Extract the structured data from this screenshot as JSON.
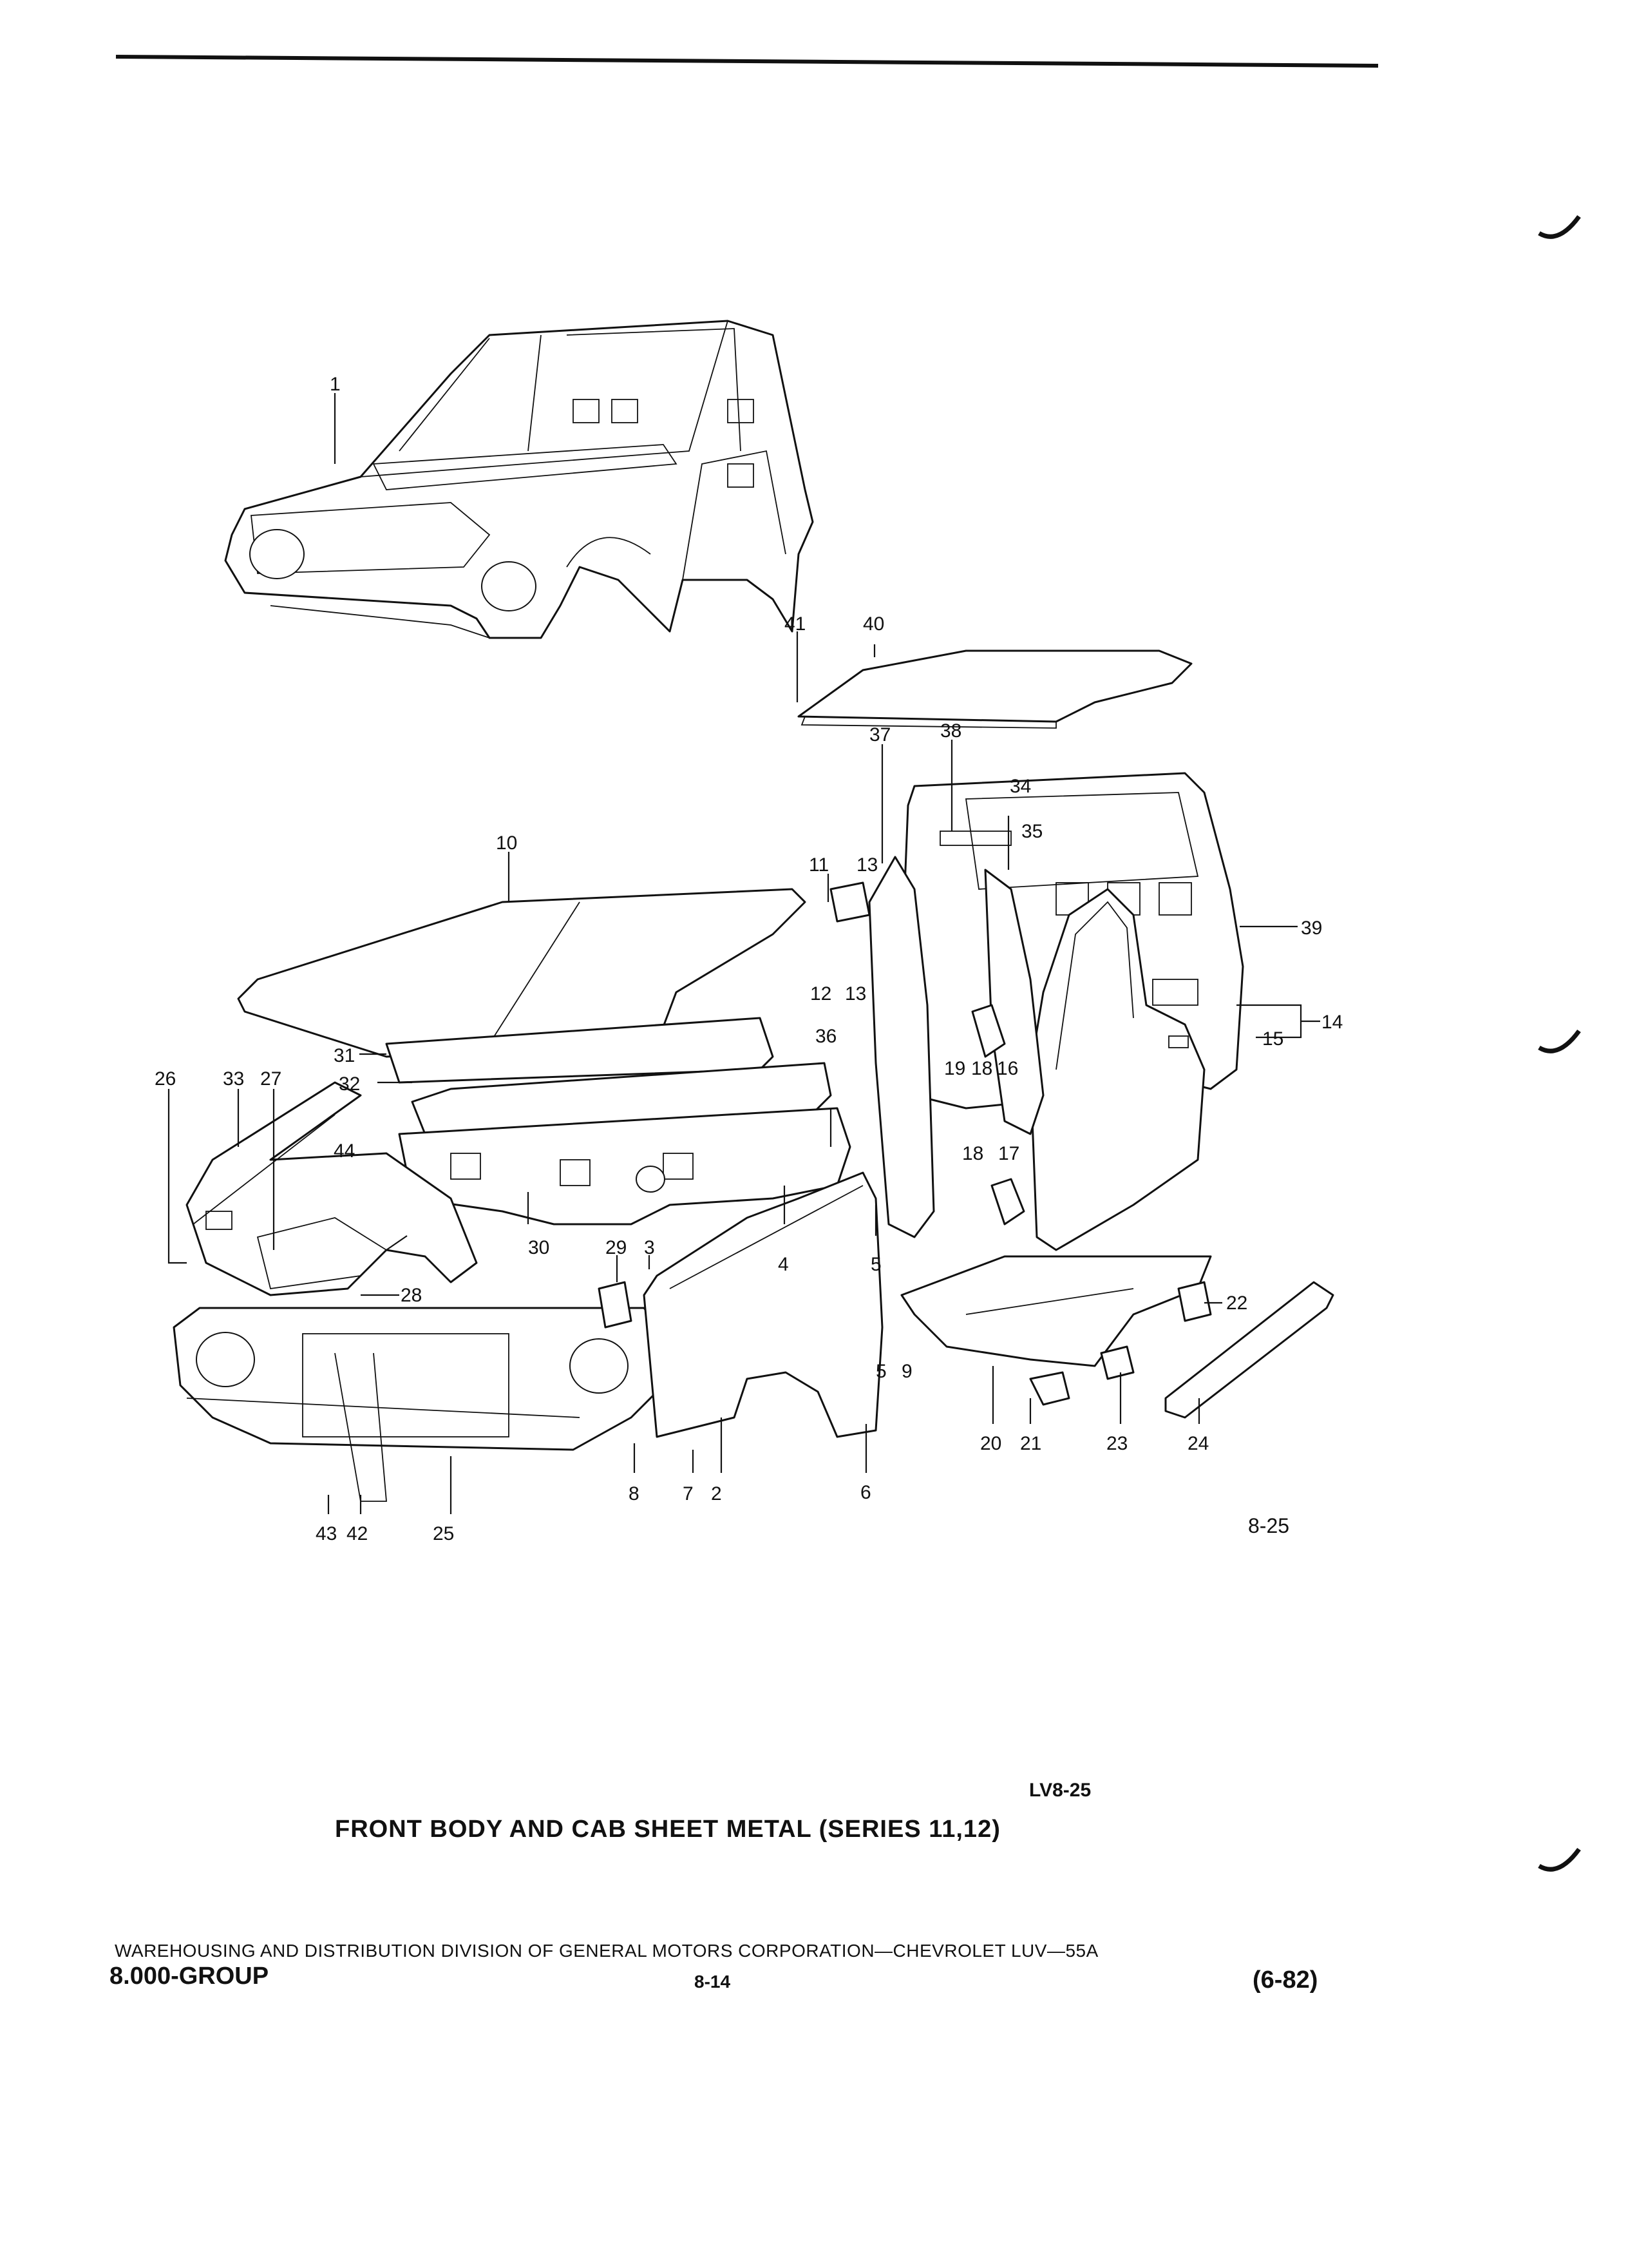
{
  "figure_code": "LV8-25",
  "figure_ref": "8-25",
  "title": "FRONT BODY AND CAB SHEET METAL (SERIES 11,12)",
  "footer": {
    "line": "WAREHOUSING AND DISTRIBUTION  DIVISION OF GENERAL MOTORS CORPORATION—CHEVROLET LUV—55A",
    "group": "8.000-GROUP",
    "page_number": "8-14",
    "date": "(6-82)"
  },
  "callouts": [
    {
      "id": "c1",
      "label": "1"
    },
    {
      "id": "c41",
      "label": "41"
    },
    {
      "id": "c40",
      "label": "40"
    },
    {
      "id": "c37",
      "label": "37"
    },
    {
      "id": "c38",
      "label": "38"
    },
    {
      "id": "c34",
      "label": "34"
    },
    {
      "id": "c35",
      "label": "35"
    },
    {
      "id": "c10",
      "label": "10"
    },
    {
      "id": "c11",
      "label": "11"
    },
    {
      "id": "c13a",
      "label": "13"
    },
    {
      "id": "c12",
      "label": "12"
    },
    {
      "id": "c13b",
      "label": "13"
    },
    {
      "id": "c39",
      "label": "39"
    },
    {
      "id": "c14",
      "label": "14"
    },
    {
      "id": "c15",
      "label": "15"
    },
    {
      "id": "c31",
      "label": "31"
    },
    {
      "id": "c36",
      "label": "36"
    },
    {
      "id": "c26",
      "label": "26"
    },
    {
      "id": "c33",
      "label": "33"
    },
    {
      "id": "c27",
      "label": "27"
    },
    {
      "id": "c32",
      "label": "32"
    },
    {
      "id": "c19",
      "label": "19"
    },
    {
      "id": "c18a",
      "label": "18"
    },
    {
      "id": "c16",
      "label": "16"
    },
    {
      "id": "c44",
      "label": "44"
    },
    {
      "id": "c18b",
      "label": "18"
    },
    {
      "id": "c17",
      "label": "17"
    },
    {
      "id": "c30",
      "label": "30"
    },
    {
      "id": "c29",
      "label": "29"
    },
    {
      "id": "c3",
      "label": "3"
    },
    {
      "id": "c4",
      "label": "4"
    },
    {
      "id": "c5",
      "label": "5"
    },
    {
      "id": "c28",
      "label": "28"
    },
    {
      "id": "c22",
      "label": "22"
    },
    {
      "id": "c9",
      "label": "9"
    },
    {
      "id": "c5b",
      "label": "5"
    },
    {
      "id": "c20",
      "label": "20"
    },
    {
      "id": "c21",
      "label": "21"
    },
    {
      "id": "c23",
      "label": "23"
    },
    {
      "id": "c24",
      "label": "24"
    },
    {
      "id": "c8",
      "label": "8"
    },
    {
      "id": "c7",
      "label": "7"
    },
    {
      "id": "c2",
      "label": "2"
    },
    {
      "id": "c6",
      "label": "6"
    },
    {
      "id": "c43",
      "label": "43"
    },
    {
      "id": "c42",
      "label": "42"
    },
    {
      "id": "c25",
      "label": "25"
    }
  ]
}
